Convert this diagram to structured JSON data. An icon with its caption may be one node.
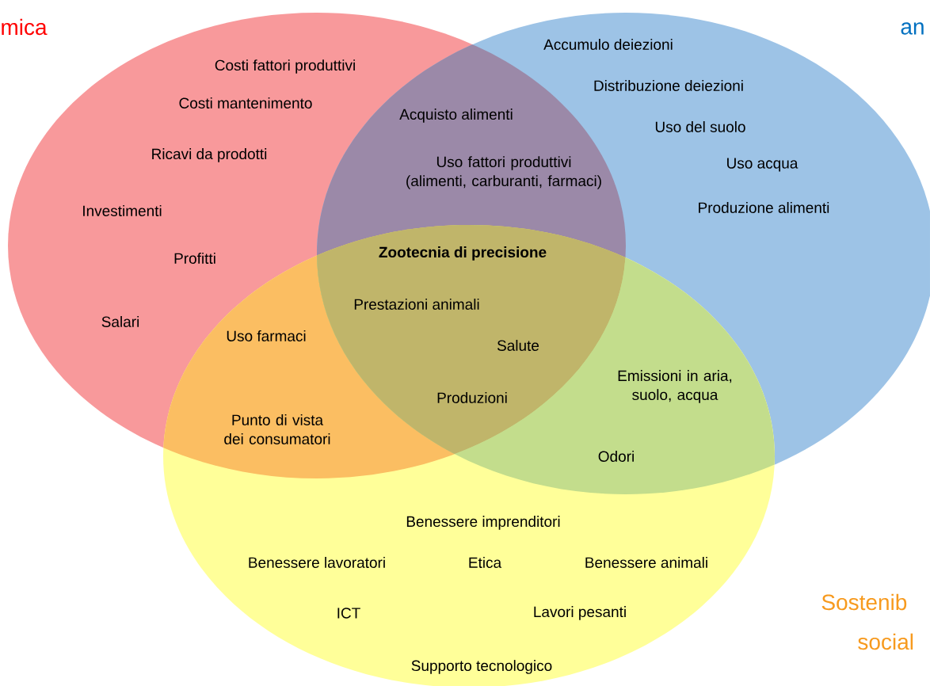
{
  "diagram": {
    "labels": [
      "mica",
      "an",
      "Costi fattori produttivi",
      "Accumulo deiezioni",
      "Costi mantenimento",
      "Distribuzione deiezioni",
      "Acquisto alimenti",
      "Uso del suolo",
      "Ricavi da prodotti",
      "Uso acqua",
      "Uso fattori produttivi (alimenti, carburanti, farmaci)",
      "Produzione alimenti",
      "Investimenti",
      "Zootecnia di precisione",
      "Profitti",
      "Prestazioni animali",
      "Salari",
      "Uso farmaci",
      "Salute",
      "Emissioni in aria, suolo, acqua",
      "Produzioni",
      "Punto di vista dei consumatori",
      "Odori",
      "Benessere imprenditori",
      "Benessere lavoratori",
      "Etica",
      "Benessere animali",
      "Sostenib",
      "ICT",
      "Lavori pesanti",
      "social",
      "Supporto tecnologico"
    ]
  }
}
